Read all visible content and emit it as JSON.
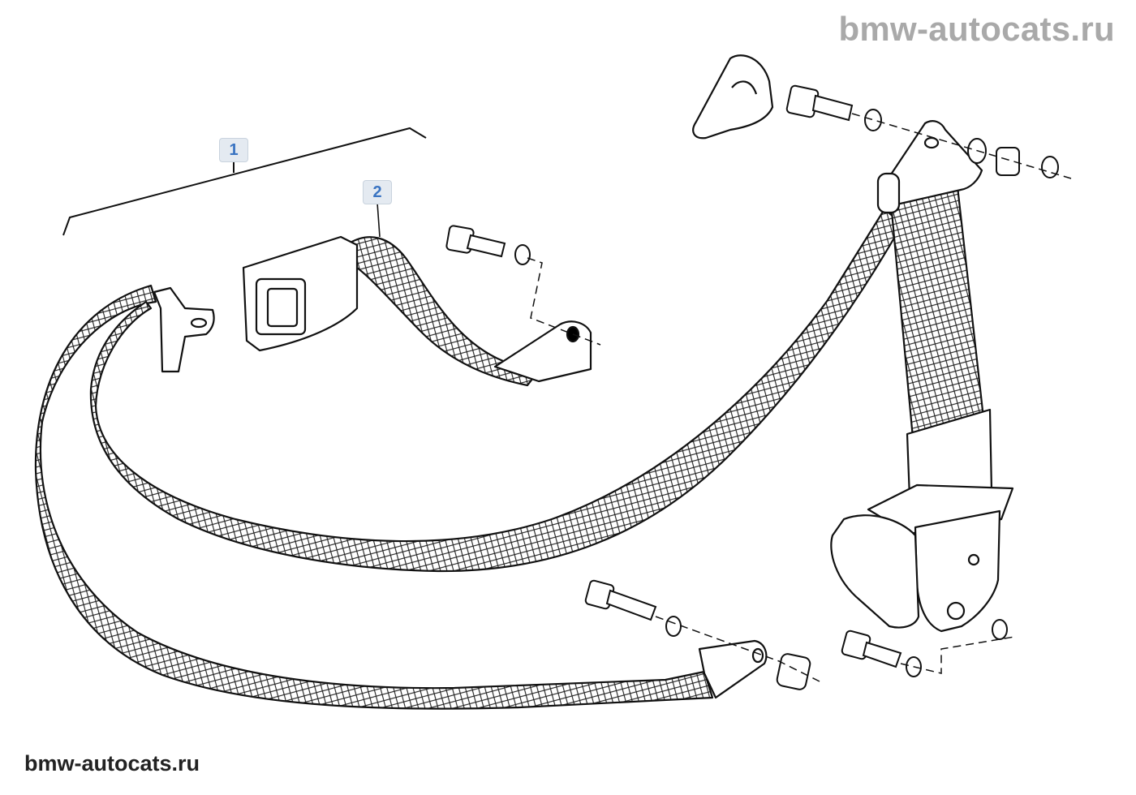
{
  "watermark": {
    "top_text": "bmw-autocats.ru",
    "bottom_text": "bmw-autocats.ru"
  },
  "callouts": [
    {
      "label": "1"
    },
    {
      "label": "2"
    }
  ],
  "colors": {
    "line": "#111111",
    "callout_text": "#3a74c2",
    "callout_bg": "#e4eaf1",
    "watermark_top": "#a9a9a9",
    "watermark_bottom": "#222222"
  }
}
